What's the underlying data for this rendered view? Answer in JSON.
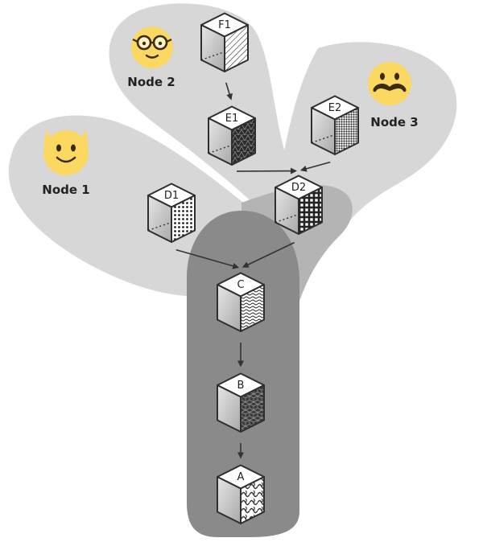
{
  "colors": {
    "region_light": "#d7d7d7",
    "region_mid": "#b4b4b4",
    "region_dark": "#8a8a8a",
    "emoji_face": "#fbd862",
    "outline": "#2f2f2f"
  },
  "nodes": [
    {
      "id": "node1",
      "label": "Node 1",
      "icon": "smiling-face-icon"
    },
    {
      "id": "node2",
      "label": "Node 2",
      "icon": "glasses-face-icon"
    },
    {
      "id": "node3",
      "label": "Node 3",
      "icon": "mustache-face-icon"
    }
  ],
  "blocks": [
    {
      "id": "F1",
      "label": "F1",
      "pattern": "hatch-lines"
    },
    {
      "id": "E1",
      "label": "E1",
      "pattern": "triangles"
    },
    {
      "id": "E2",
      "label": "E2",
      "pattern": "dense-dots"
    },
    {
      "id": "D1",
      "label": "D1",
      "pattern": "dot-grid"
    },
    {
      "id": "D2",
      "label": "D2",
      "pattern": "square-grid"
    },
    {
      "id": "C",
      "label": "C",
      "pattern": "squiggles"
    },
    {
      "id": "B",
      "label": "B",
      "pattern": "cubes"
    },
    {
      "id": "A",
      "label": "A",
      "pattern": "swirls"
    }
  ],
  "edges": [
    {
      "from": "F1",
      "to": "E1"
    },
    {
      "from": "E1",
      "to": "D2"
    },
    {
      "from": "E2",
      "to": "D2"
    },
    {
      "from": "D1",
      "to": "C"
    },
    {
      "from": "D2",
      "to": "C"
    },
    {
      "from": "C",
      "to": "B"
    },
    {
      "from": "B",
      "to": "A"
    }
  ]
}
